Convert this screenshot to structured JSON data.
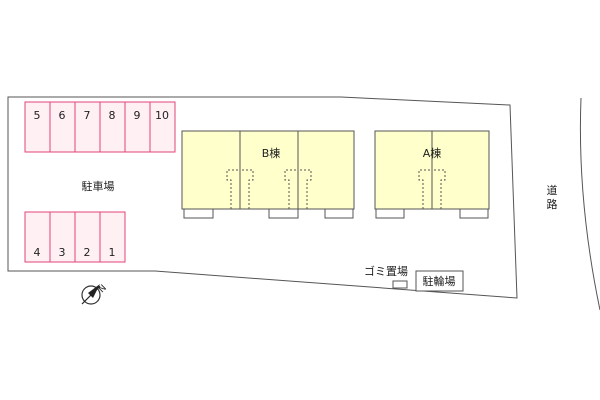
{
  "map": {
    "parking_label": "駐車場",
    "top_spaces": [
      "5",
      "6",
      "7",
      "8",
      "9",
      "10"
    ],
    "bottom_spaces": [
      "4",
      "3",
      "2",
      "1"
    ],
    "building_b_label": "B棟",
    "building_a_label": "A棟",
    "garbage_label": "ゴミ置場",
    "bicycle_label": "駐輪場",
    "road_label_1": "道",
    "road_label_2": "路",
    "north_label": "N"
  },
  "colors": {
    "parking_stroke": "#e0457a",
    "parking_fill": "#fff0f4",
    "building_fill": "#ffffcc",
    "site_fill": "#ffffff",
    "outline": "#555555"
  }
}
